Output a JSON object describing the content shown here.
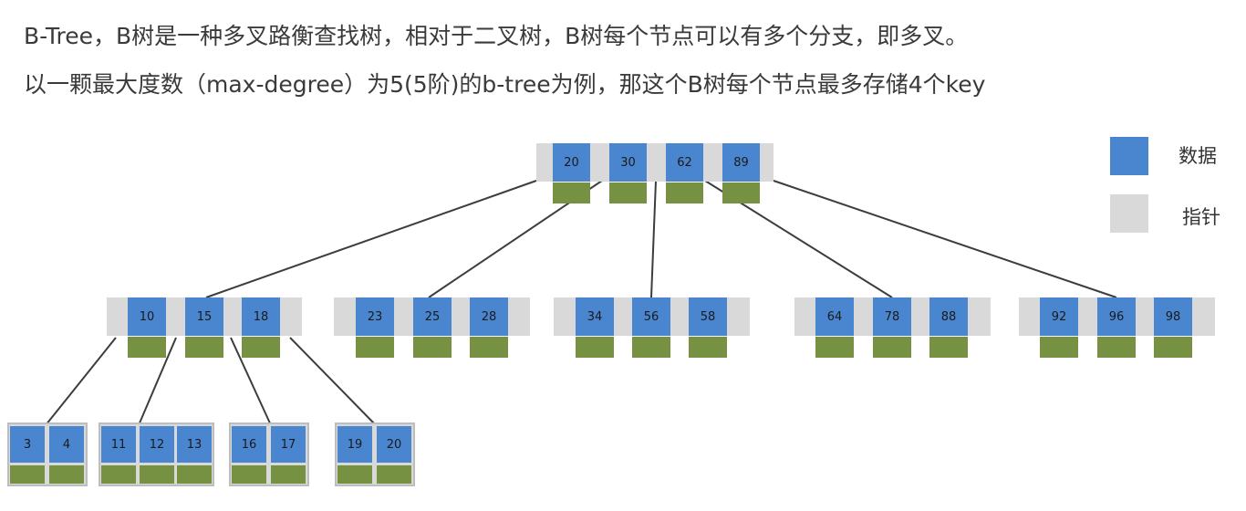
{
  "text": {
    "line1": "B-Tree，B树是一种多叉路衡查找树，相对于二叉树，B树每个节点可以有多个分支，即多叉。",
    "line2": "以一颗最大度数（max-degree）为5(5阶)的b-tree为例，那这个B树每个节点最多存储4个key"
  },
  "legend": {
    "data_label": "数据",
    "pointer_label": "指针",
    "data_color": "#4a86cf",
    "pointer_color": "#d9d9d9"
  },
  "colors": {
    "key": "#4a86cf",
    "pointer_bar": "#769141",
    "node_bg": "#d9d9d9",
    "edge": "#3d3d3d"
  },
  "tree": {
    "root": [
      "20",
      "30",
      "62",
      "89"
    ],
    "level2": [
      [
        "10",
        "15",
        "18"
      ],
      [
        "23",
        "25",
        "28"
      ],
      [
        "34",
        "56",
        "58"
      ],
      [
        "64",
        "78",
        "88"
      ],
      [
        "92",
        "96",
        "98"
      ]
    ],
    "leaves": [
      [
        "3",
        "4"
      ],
      [
        "11",
        "12",
        "13"
      ],
      [
        "16",
        "17"
      ],
      [
        "19",
        "20"
      ]
    ]
  }
}
